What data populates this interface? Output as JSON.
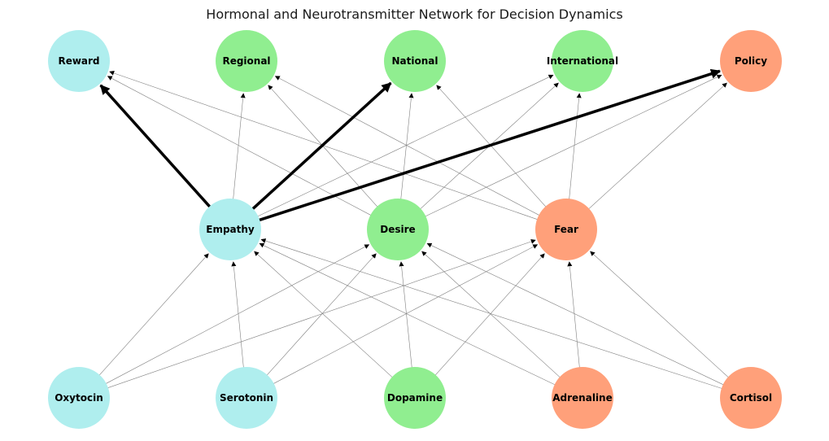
{
  "title": "Hormonal and Neurotransmitter Network for Decision Dynamics",
  "colors": {
    "cyan": "#afeeee",
    "green": "#90ee90",
    "salmon": "#ffa07a",
    "edge": "#808080",
    "highlight": "#000000"
  },
  "nodes": [
    {
      "id": "reward",
      "label": "Reward",
      "layer": "output",
      "color": "cyan"
    },
    {
      "id": "regional",
      "label": "Regional",
      "layer": "output",
      "color": "green"
    },
    {
      "id": "national",
      "label": "National",
      "layer": "output",
      "color": "green"
    },
    {
      "id": "international",
      "label": "International",
      "layer": "output",
      "color": "green"
    },
    {
      "id": "policy",
      "label": "Policy",
      "layer": "output",
      "color": "salmon"
    },
    {
      "id": "empathy",
      "label": "Empathy",
      "layer": "middle",
      "color": "cyan"
    },
    {
      "id": "desire",
      "label": "Desire",
      "layer": "middle",
      "color": "green"
    },
    {
      "id": "fear",
      "label": "Fear",
      "layer": "middle",
      "color": "salmon"
    },
    {
      "id": "oxytocin",
      "label": "Oxytocin",
      "layer": "input",
      "color": "cyan"
    },
    {
      "id": "serotonin",
      "label": "Serotonin",
      "layer": "input",
      "color": "cyan"
    },
    {
      "id": "dopamine",
      "label": "Dopamine",
      "layer": "input",
      "color": "green"
    },
    {
      "id": "adrenaline",
      "label": "Adrenaline",
      "layer": "input",
      "color": "salmon"
    },
    {
      "id": "cortisol",
      "label": "Cortisol",
      "layer": "input",
      "color": "salmon"
    }
  ],
  "edges": [
    {
      "source": "oxytocin",
      "target": "empathy",
      "bold": false
    },
    {
      "source": "oxytocin",
      "target": "desire",
      "bold": false
    },
    {
      "source": "oxytocin",
      "target": "fear",
      "bold": false
    },
    {
      "source": "serotonin",
      "target": "empathy",
      "bold": false
    },
    {
      "source": "serotonin",
      "target": "desire",
      "bold": false
    },
    {
      "source": "serotonin",
      "target": "fear",
      "bold": false
    },
    {
      "source": "dopamine",
      "target": "empathy",
      "bold": false
    },
    {
      "source": "dopamine",
      "target": "desire",
      "bold": false
    },
    {
      "source": "dopamine",
      "target": "fear",
      "bold": false
    },
    {
      "source": "adrenaline",
      "target": "empathy",
      "bold": false
    },
    {
      "source": "adrenaline",
      "target": "desire",
      "bold": false
    },
    {
      "source": "adrenaline",
      "target": "fear",
      "bold": false
    },
    {
      "source": "cortisol",
      "target": "empathy",
      "bold": false
    },
    {
      "source": "cortisol",
      "target": "desire",
      "bold": false
    },
    {
      "source": "cortisol",
      "target": "fear",
      "bold": false
    },
    {
      "source": "empathy",
      "target": "reward",
      "bold": true
    },
    {
      "source": "empathy",
      "target": "regional",
      "bold": false
    },
    {
      "source": "empathy",
      "target": "national",
      "bold": true
    },
    {
      "source": "empathy",
      "target": "international",
      "bold": false
    },
    {
      "source": "empathy",
      "target": "policy",
      "bold": true
    },
    {
      "source": "desire",
      "target": "reward",
      "bold": false
    },
    {
      "source": "desire",
      "target": "regional",
      "bold": false
    },
    {
      "source": "desire",
      "target": "national",
      "bold": false
    },
    {
      "source": "desire",
      "target": "international",
      "bold": false
    },
    {
      "source": "desire",
      "target": "policy",
      "bold": false
    },
    {
      "source": "fear",
      "target": "reward",
      "bold": false
    },
    {
      "source": "fear",
      "target": "regional",
      "bold": false
    },
    {
      "source": "fear",
      "target": "national",
      "bold": false
    },
    {
      "source": "fear",
      "target": "international",
      "bold": false
    },
    {
      "source": "fear",
      "target": "policy",
      "bold": false
    }
  ]
}
